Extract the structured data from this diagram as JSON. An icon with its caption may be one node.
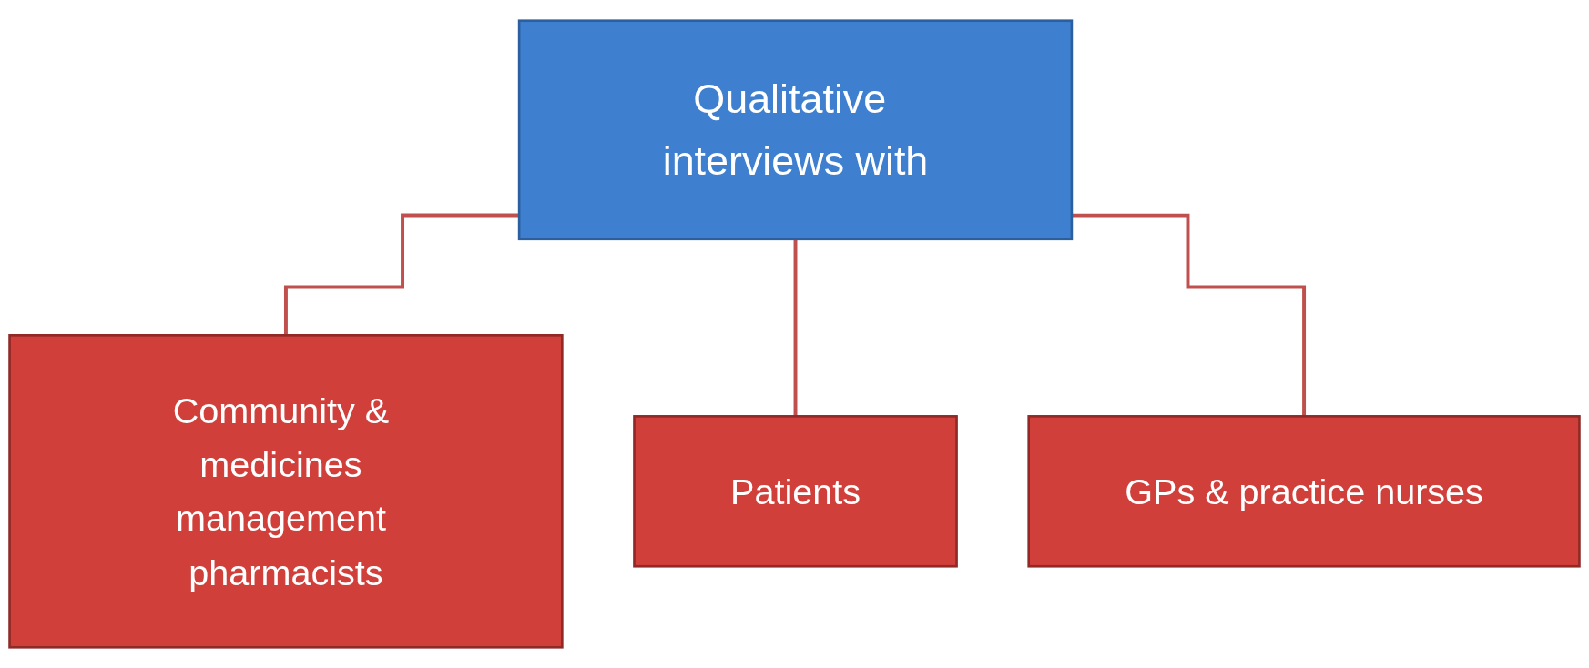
{
  "diagram": {
    "nodes": [
      {
        "text": [
          "Qualitative interviews with"
        ]
      },
      {
        "text": [
          "Community & medicines management pharmacists"
        ]
      },
      {
        "text": [
          "Patients"
        ]
      },
      {
        "text": [
          "GPs & practice nurses"
        ]
      }
    ],
    "edges": [
      {
        "from": 0,
        "to": 1,
        "arrow": "none"
      },
      {
        "from": 0,
        "to": 2,
        "arrow": "none"
      },
      {
        "from": 0,
        "to": 3,
        "arrow": "none"
      }
    ]
  }
}
